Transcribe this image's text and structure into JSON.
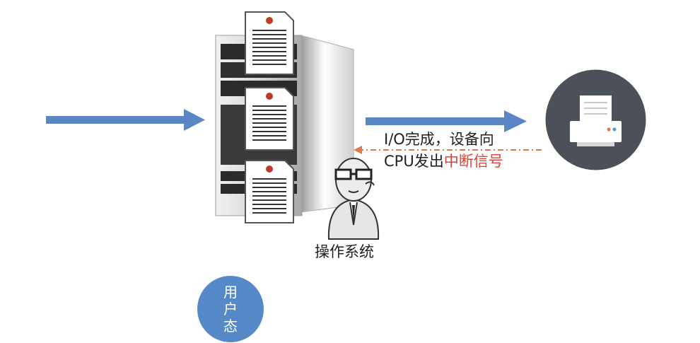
{
  "interrupt_caption": {
    "line1": "I/O完成，设备向",
    "line2_prefix": "CPU发出",
    "line2_highlight": "中断信号"
  },
  "os_label": "操作系统",
  "mode_badge": {
    "chars": [
      "用",
      "户",
      "态"
    ]
  },
  "colors": {
    "arrow_blue": "#5b86c5",
    "interrupt_arrow": "#e07a4a",
    "highlight_red": "#e0403a",
    "printer_circle": "#4c5058",
    "mode_circle": "#5589c8"
  },
  "icons": {
    "computer": "server-tower-icon",
    "printer": "printer-icon",
    "operating_system": "os-figure-icon",
    "document": "document-icon"
  }
}
